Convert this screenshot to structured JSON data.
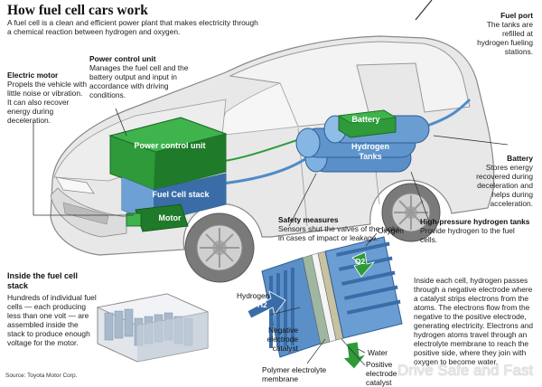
{
  "title": "How fuel cell cars work",
  "intro": "A fuel cell is a clean and efficient power plant that makes electricity through a chemical reaction between hydrogen and oxygen.",
  "callouts": {
    "electric_motor": {
      "heading": "Electric motor",
      "body": "Propels the vehicle with little noise or vibration. It can also recover energy during deceleration."
    },
    "power_control_unit": {
      "heading": "Power control unit",
      "body": "Manages the fuel cell and the battery output and input in accordance with driving conditions."
    },
    "fuel_port": {
      "heading": "Fuel port",
      "body": "The tanks are refilled at hydrogen fueling stations."
    },
    "battery": {
      "heading": "Battery",
      "body": "Stores energy recovered during deceleration and helps during acceleration."
    },
    "high_pressure_tanks": {
      "heading": "High-pressure hydrogen tanks",
      "body": "Provide hydrogen to the fuel cells."
    },
    "safety_measures": {
      "heading": "Safety measures",
      "body": "Sensors shut the valves of the tanks in cases of impact or leakage."
    },
    "inside_stack": {
      "heading": "Inside the fuel cell stack",
      "body": "Hundreds of individual fuel cells — each producing less than one volt — are assembled inside the stack to produce enough voltage for the motor."
    },
    "inside_cell": {
      "body": "Inside each cell, hydrogen passes through a negative electrode where a catalyst strips electrons from the atoms. The electrons flow from the negative to the positive electrode, generating electricity. Electrons and hydrogen atoms travel through an electrolyte membrane to reach the positive side, where they join with oxygen to become water."
    }
  },
  "component_labels": {
    "power_control_unit": "Power control unit",
    "fuel_cell_stack": "Fuel Cell stack",
    "motor": "Motor",
    "battery": "Battery",
    "hydrogen_tanks": "Hydrogen Tanks"
  },
  "cell_labels": {
    "hydrogen": "Hydrogen",
    "oxygen": "Oxygen",
    "h2": "H2",
    "o2": "O2",
    "negative_electrode": "Negative electrode catalyst",
    "positive_electrode": "Positive electrode catalyst",
    "polymer_membrane": "Polymer electrolyte membrane",
    "water": "Water"
  },
  "source": "Source: Toyota Motor Corp.",
  "watermark": "Drive Safe and Fast",
  "colors": {
    "green": "#2e9a3a",
    "green_dark": "#1f7a2a",
    "blue": "#5a8fc8",
    "blue_dark": "#3a6da8",
    "car_body": "#e6e6e6",
    "car_outline": "#8a8a8a"
  }
}
